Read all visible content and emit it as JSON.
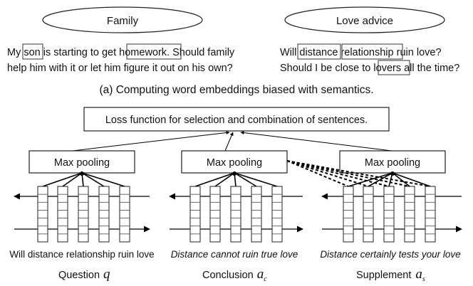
{
  "top": {
    "family": {
      "title": "Family",
      "line1": [
        "My ",
        "son",
        " is starting to get ",
        "homework",
        ". Should family"
      ],
      "line2": "help him with it or let him figure it out on his own?"
    },
    "love": {
      "title": "Love advice",
      "line1": [
        "Will ",
        "distance",
        " ",
        "relationship",
        " ruin love?"
      ],
      "line2": [
        "Should I be close to ",
        "lovers",
        " all the time?"
      ]
    },
    "caption": "(a) Computing word embeddings biased with semantics."
  },
  "bottom": {
    "loss": "Loss function for selection and combination of sentences.",
    "question": {
      "pool": "Max pooling",
      "sentence": "Will distance relationship ruin love",
      "label": "Question",
      "sym": "q"
    },
    "conclusion": {
      "pool": "Max pooling",
      "sentence": "Distance cannot ruin true love",
      "label": "Conclusion",
      "sym": "a",
      "sub": "c"
    },
    "supplement": {
      "pool": "Max pooling",
      "sentence": "Distance certainly tests your love",
      "label": "Supplement",
      "sym": "a",
      "sub": "s"
    }
  }
}
